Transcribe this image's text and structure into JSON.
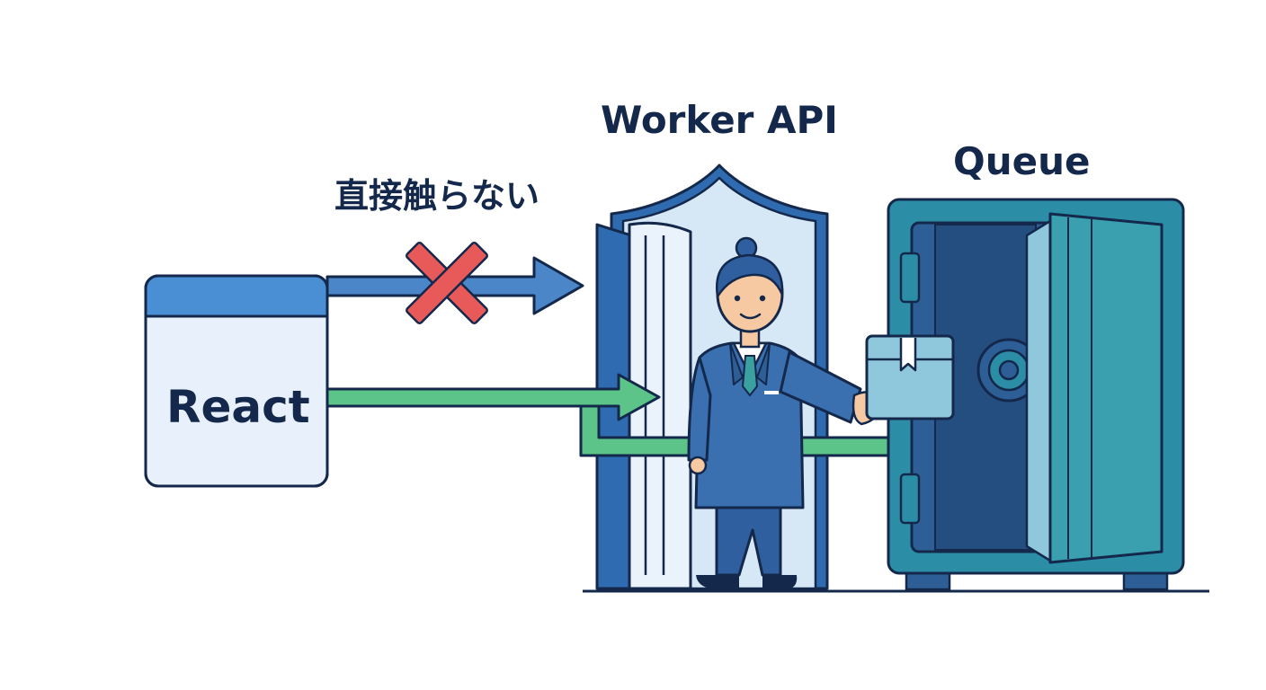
{
  "labels": {
    "worker_api": "Worker API",
    "queue": "Queue",
    "no_direct_access": "直接触らない",
    "react": "React"
  },
  "colors": {
    "outline": "#14284b",
    "blue_arrow": "#4a86c8",
    "green_arrow": "#5cc488",
    "blocked_x": "#e85a5a",
    "react_header": "#4a8fd4",
    "react_body": "#e8f1fb",
    "gate_light": "#d6e8f6",
    "gate_mid": "#2f6bb0",
    "safe_teal": "#2c8ea6",
    "safe_door_blue": "#2d5f96",
    "safe_door_teal": "#3aa0b0",
    "suit": "#3a6fb0",
    "skin": "#f6c9a2",
    "package": "#8fc7dc"
  },
  "icons": [
    "react-window-icon",
    "blocked-x-icon",
    "shield-gate-icon",
    "worker-person-icon",
    "package-icon",
    "safe-icon"
  ]
}
